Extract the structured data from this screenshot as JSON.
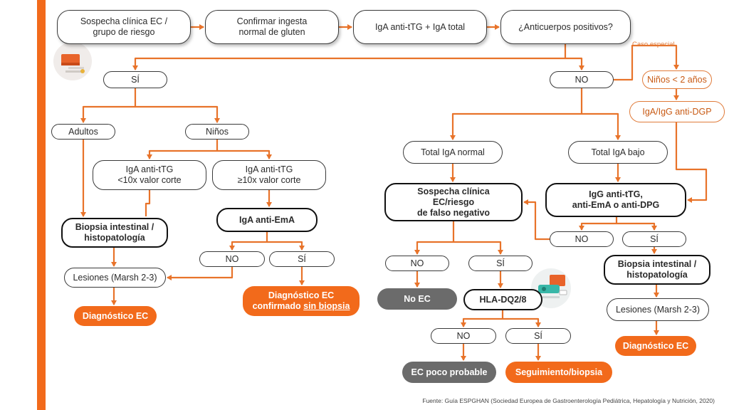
{
  "colors": {
    "accent": "#f26a1b",
    "text": "#2b2b2b",
    "gray_box": "#6b6b6b"
  },
  "nodes": {
    "sospecha": "Sospecha clínica EC /\ngrupo de riesgo",
    "confirmar": "Confirmar ingesta\nnormal de gluten",
    "iga_ttg": "IgA anti-tTG + IgA total",
    "anticuerpos": "¿Anticuerpos positivos?",
    "si_main": "SÍ",
    "no_main": "NO",
    "caso_especial": "Caso especial",
    "ninos_2": "Niños < 2 años",
    "dgp": "IgA/IgG anti-DGP",
    "adultos": "Adultos",
    "ninos": "Niños",
    "ttg_low": "IgA anti-tTG\n<10x valor corte",
    "ttg_high": "IgA anti-tTG\n≥10x valor corte",
    "biopsia_left": "Biopsia intestinal /\nhistopatología",
    "ema": "IgA anti-EmA",
    "ema_no": "NO",
    "ema_si": "SÍ",
    "lesiones_left": "Lesiones (Marsh 2-3)",
    "diag_left": "Diagnóstico EC",
    "diag_sin_biopsia_1": "Diagnóstico EC",
    "diag_sin_biopsia_2": "confirmado ",
    "diag_sin_biopsia_3": "sin biopsia",
    "total_normal": "Total IgA normal",
    "total_bajo": "Total IgA bajo",
    "sospecha_falso": "Sospecha clínica\nEC/riesgo\nde falso negativo",
    "igg": "IgG anti-tTG,\nanti-EmA o anti-DPG",
    "igg_no": "NO",
    "igg_si": "SÍ",
    "falso_no": "NO",
    "falso_si": "SÍ",
    "no_ec": "No EC",
    "hla": "HLA-DQ2/8",
    "hla_no": "NO",
    "hla_si": "SÍ",
    "ec_poco": "EC poco probable",
    "seguimiento": "Seguimiento/biopsia",
    "biopsia_right": "Biopsia intestinal /\nhistopatología",
    "lesiones_right": "Lesiones (Marsh 2-3)",
    "diag_right": "Diagnóstico EC"
  },
  "source": "Fuente: Guía ESPGHAN (Sociedad Europea de Gastroenterología Pediátrica, Hepatología y Nutrición, 2020)",
  "icons": [
    "book-icon",
    "lab-kit-icon"
  ]
}
